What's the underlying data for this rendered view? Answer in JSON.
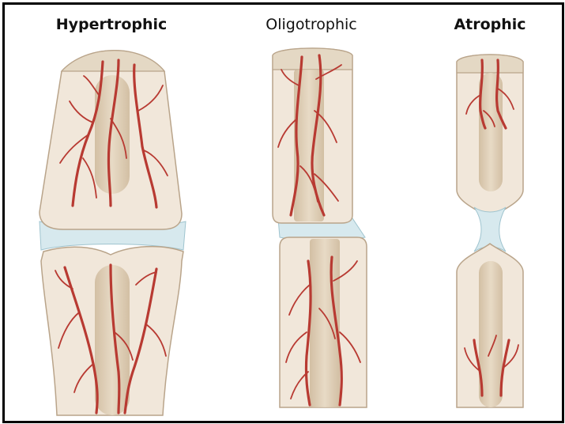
{
  "panels": [
    {
      "title": "Hypertrophic",
      "bold": true
    },
    {
      "title": "Oligotrophic",
      "bold": false
    },
    {
      "title": "Atrophic",
      "bold": true
    }
  ],
  "colors": {
    "bone_fill": "#f1e7da",
    "bone_stroke": "#b9a48a",
    "cap_fill": "#e4d8c4",
    "marrow_fill": "#dccbb2",
    "gap_fill": "#d7e9ee",
    "gap_stroke": "#9fc4cf",
    "vessel": "#b83a32"
  }
}
